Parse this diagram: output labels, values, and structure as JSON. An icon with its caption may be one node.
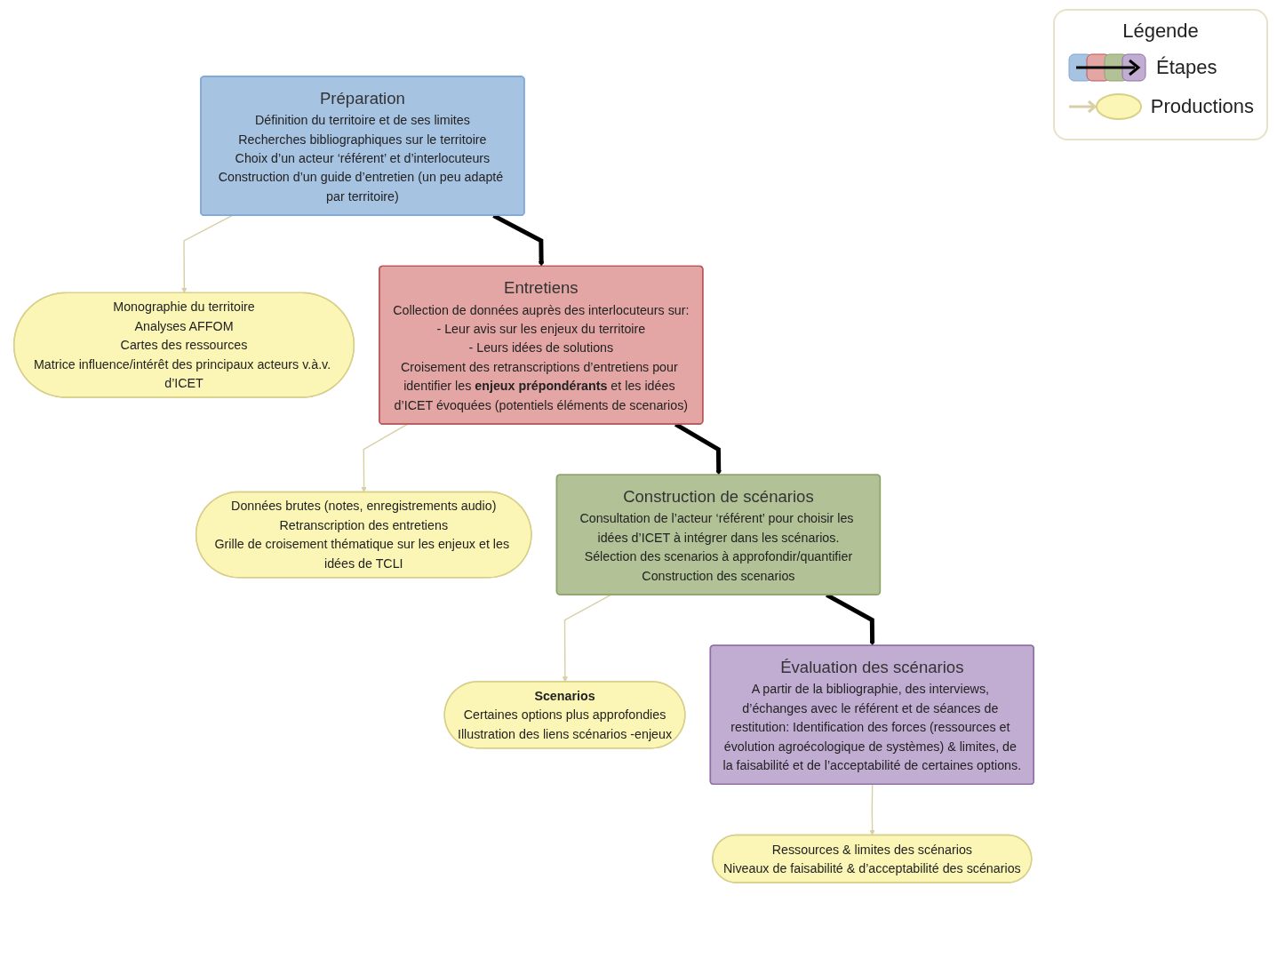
{
  "diagram": {
    "nodes": [
      {
        "text": [
          "Préparation",
          "Définition du territoire et de ses limites",
          "Recherches bibliographiques sur le territoire",
          "Choix d’un acteur ‘référent’ et d’interlocuteurs",
          "Construction d’un guide d’entretien (un peu adapté par territoire)"
        ]
      },
      {
        "text": [
          "Monographie du territoire",
          "Analyses AFFOM",
          "Cartes des ressources",
          "Matrice influence/intérêt des principaux acteurs v.à.v. d’ICET"
        ]
      },
      {
        "text": [
          "Entretiens",
          "Collection de données auprès des interlocuteurs sur:",
          "- Leur avis sur les enjeux du territoire",
          "- Leurs idées de solutions",
          "Croisement des retranscriptions d’entretiens pour identifier les **enjeux prépondérants** et les idées d’ICET évoquées (potentiels éléments de scenarios)"
        ]
      },
      {
        "text": [
          "Données brutes (notes, enregistrements audio)",
          "Retranscription des entretiens",
          "Grille de croisement thématique sur les enjeux et les idées de TCLI"
        ]
      },
      {
        "text": [
          "Construction de scénarios",
          "Consultation de l’acteur ‘référent’ pour choisir les idées d’ICET à intégrer dans les scénarios.",
          "Sélection des scenarios à approfondir/quantifier",
          "Construction des scenarios"
        ]
      },
      {
        "text": [
          "Scenarios",
          "Certaines options plus approfondies",
          "Illustration des liens scénarios -enjeux"
        ]
      },
      {
        "text": [
          "Évaluation des scénarios",
          "A partir de la bibliographie, des interviews, d’échanges avec le référent et de séances de restitution: Identification des forces (ressources et évolution agroécologique de systèmes) & limites, de la faisabilité et de l’acceptabilité de certaines options."
        ]
      },
      {
        "text": [
          "Ressources & limites des scénarios",
          "Niveaux de faisabilité & d’acceptabilité des scénarios"
        ]
      }
    ],
    "edges": [
      {
        "from": 0,
        "to": 1,
        "arrow": "to"
      },
      {
        "from": 0,
        "to": 2,
        "arrow": "to",
        "style": "thick",
        "color": "#000000"
      },
      {
        "from": 2,
        "to": 3,
        "arrow": "to"
      },
      {
        "from": 2,
        "to": 4,
        "arrow": "to",
        "style": "thick",
        "color": "#000000"
      },
      {
        "from": 4,
        "to": 5,
        "arrow": "to"
      },
      {
        "from": 4,
        "to": 6,
        "arrow": "to",
        "style": "thick",
        "color": "#000000"
      },
      {
        "from": 6,
        "to": 7,
        "arrow": "to"
      }
    ],
    "labels": [
      "Légende"
    ],
    "legend": [
      {
        "text": "Étapes"
      },
      {
        "text": "Productions"
      }
    ]
  }
}
